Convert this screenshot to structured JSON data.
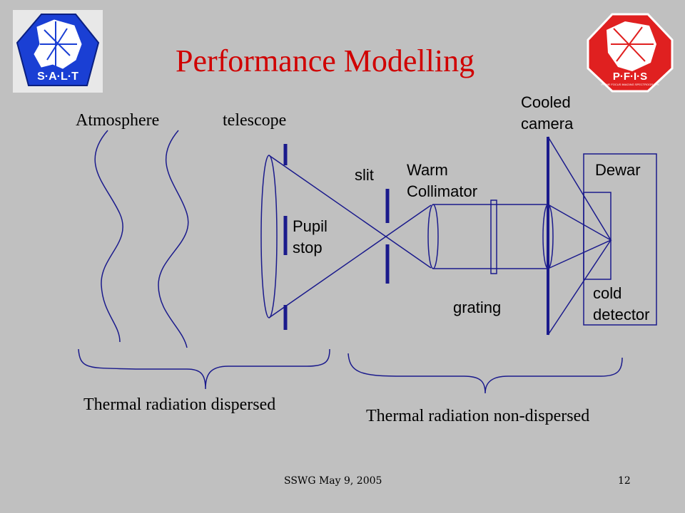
{
  "slide": {
    "title": "Performance Modelling",
    "footer_left": "SSWG  May 9, 2005",
    "page_number": "12"
  },
  "logos": {
    "left": {
      "text": "S·A·L·T",
      "color": "#1a3fd4"
    },
    "right": {
      "text": "P·F·I·S",
      "subtitle": "PRIME FOCUS IMAGING SPECTROGRAPH",
      "color": "#e02020"
    }
  },
  "labels": {
    "atmosphere": "Atmosphere",
    "telescope": "telescope",
    "cooled_camera": [
      "Cooled",
      "camera"
    ],
    "slit": "slit",
    "warm_collimator": [
      "Warm",
      "Collimator"
    ],
    "dewar": "Dewar",
    "pupil_stop": [
      "Pupil",
      "stop"
    ],
    "grating": "grating",
    "cold_detector": [
      "cold",
      "detector"
    ],
    "thermal_dispersed": "Thermal radiation dispersed",
    "thermal_non_dispersed": "Thermal radiation non-dispersed"
  },
  "colors": {
    "background": "#c0c0c0",
    "title": "#d00000",
    "stop_bars": "#1a1a8c",
    "lines": "#2a2aa0"
  }
}
